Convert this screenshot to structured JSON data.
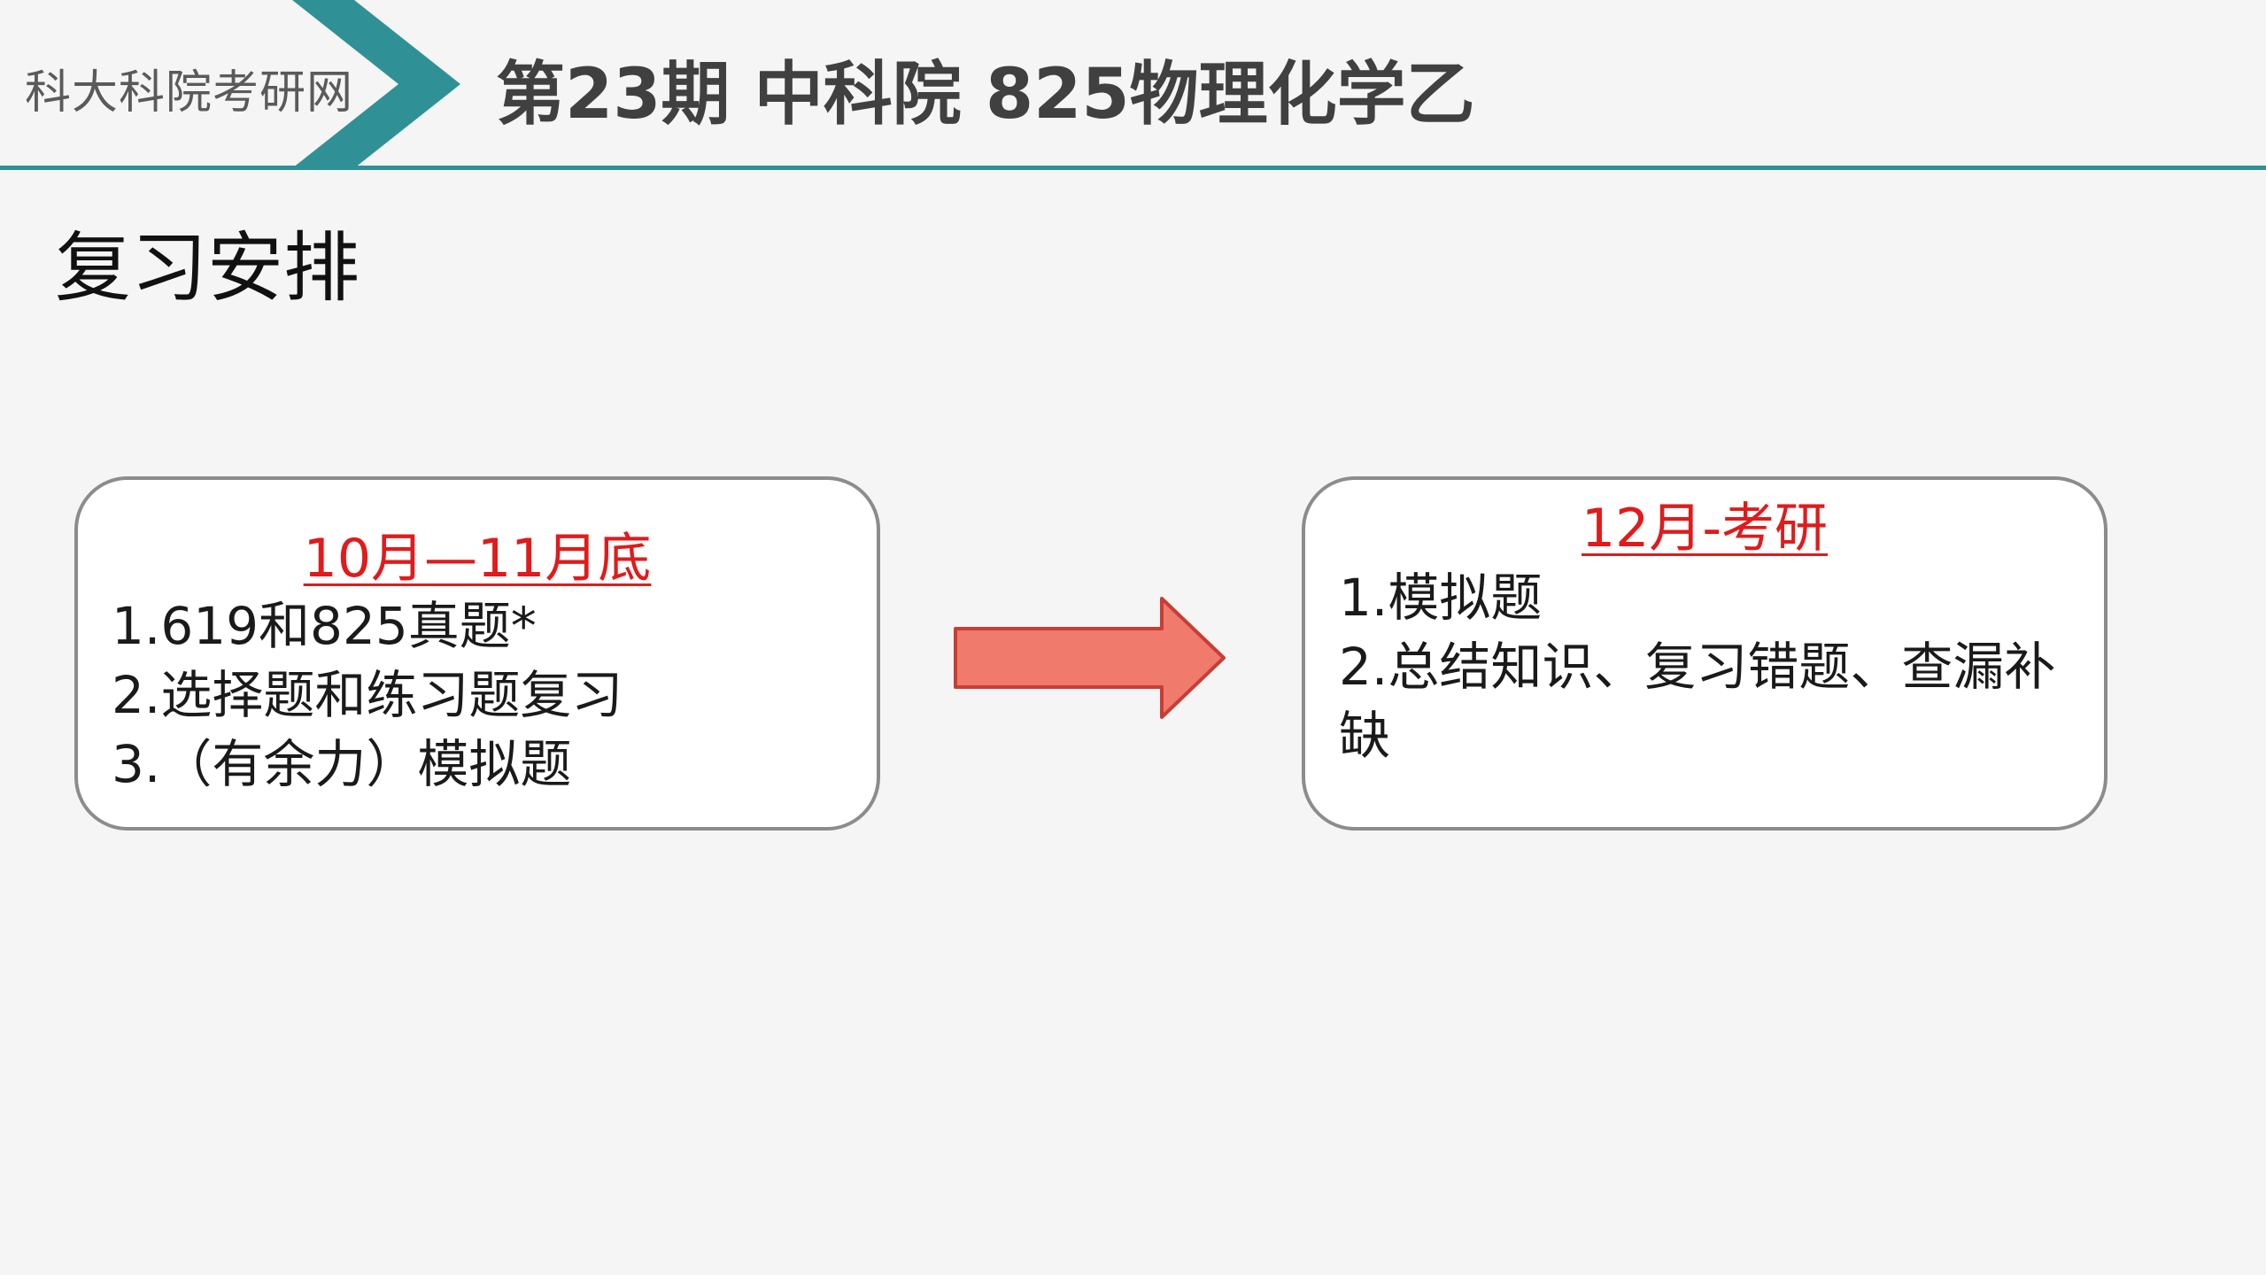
{
  "header": {
    "brand": "科大科院考研网",
    "title": "第23期 中科院  825物理化学乙",
    "accent_color": "#2f9196"
  },
  "section": {
    "title": "复习安排"
  },
  "left_card": {
    "heading": "10月—11月底",
    "items": [
      "1.619和825真题*",
      "2.选择题和练习题复习",
      "3.（有余力）模拟题"
    ]
  },
  "arrow": {
    "icon": "right-arrow-icon",
    "fill": "#f07a6c",
    "stroke": "#c83e34"
  },
  "right_card": {
    "heading": "12月-考研",
    "items": [
      "1.模拟题",
      "2.总结知识、复习错题、查漏补缺"
    ]
  }
}
